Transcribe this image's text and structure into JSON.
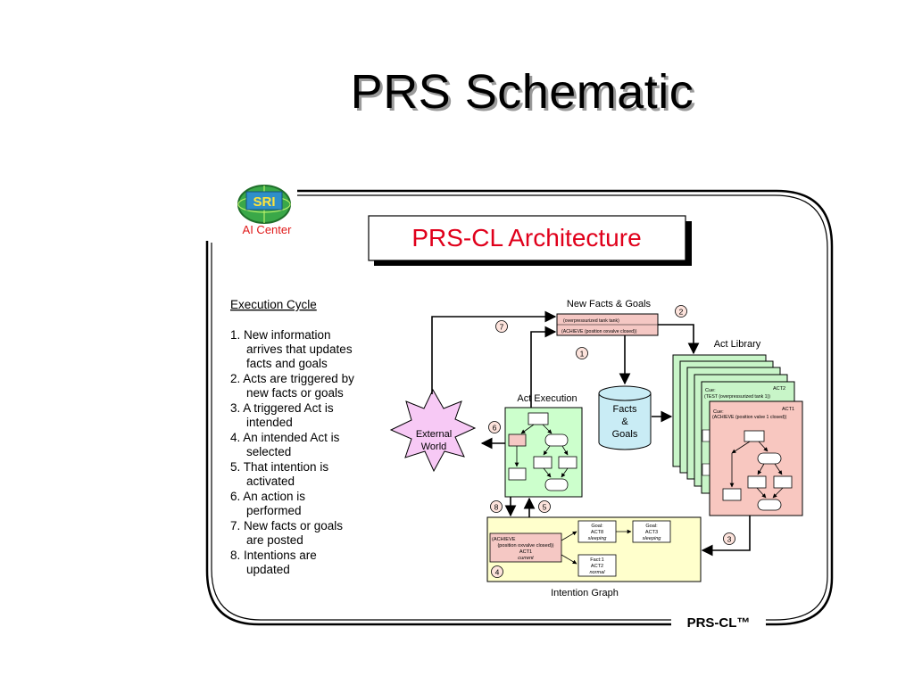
{
  "slide": {
    "title": "PRS Schematic"
  },
  "logo": {
    "badge": "SRI",
    "caption": "AI Center"
  },
  "architecture": {
    "title": "PRS-CL Architecture",
    "footer": "PRS-CL™"
  },
  "execution_cycle": {
    "heading": "Execution Cycle",
    "steps": [
      [
        "1.  New information",
        "arrives that updates",
        "facts and goals"
      ],
      [
        "2. Acts are triggered by",
        "new facts or goals"
      ],
      [
        "3.  A triggered Act is",
        "intended"
      ],
      [
        "4.  An intended Act is",
        "selected"
      ],
      [
        "5.  That intention is",
        "activated"
      ],
      [
        "6.  An action is",
        "performed"
      ],
      [
        "7.  New facts or goals",
        "are posted"
      ],
      [
        "8.  Intentions are",
        "updated"
      ]
    ]
  },
  "nodes": {
    "new_facts_goals": {
      "label": "New Facts & Goals",
      "line1": "(overpressurized tank tank)",
      "line2": "(ACHIEVE (position oxvalve closed))"
    },
    "act_library": {
      "label": "Act Library"
    },
    "facts_goals": {
      "label": [
        "Facts",
        "&",
        "Goals"
      ]
    },
    "act_execution": {
      "label": "Act Execution"
    },
    "external_world": {
      "label": [
        "External",
        "World"
      ]
    },
    "intention_graph": {
      "label": "Intention Graph"
    }
  },
  "act_cards": {
    "act2": {
      "cue": "Cue:",
      "name": "ACT2",
      "trigger": "(TEST (overpressurized tank 1))"
    },
    "act1": {
      "cue": "Cue:",
      "name": "ACT1",
      "trigger": "(ACHIEVE (position valve 1 closed))"
    }
  },
  "intentions": {
    "main": {
      "l1": "(ACHIEVE",
      "l2": "(position oxvalve closed))",
      "l3": "ACT1",
      "l4": "current"
    },
    "goal1": {
      "l1": "Goal:",
      "l2": "ACT8",
      "l3": "sleeping"
    },
    "goal2": {
      "l1": "Goal:",
      "l2": "ACT3",
      "l3": "sleeping"
    },
    "fact1": {
      "l1": "Fact:1",
      "l2": "ACT2",
      "l3": "normal"
    }
  },
  "step_markers": [
    "1",
    "2",
    "3",
    "4",
    "5",
    "6",
    "7",
    "8"
  ],
  "colors": {
    "title_red": "#e0001b",
    "yellow_box": "#ffffcc",
    "pink_box": "#f5c8c4",
    "green_box": "#ccffcc",
    "act1_card": "#f8c7c0",
    "act_library_card": "#c8f5c8",
    "cylinder": "#c9ecf5",
    "star": "#f7c9f5",
    "marker_fill": "#fde3dc"
  }
}
